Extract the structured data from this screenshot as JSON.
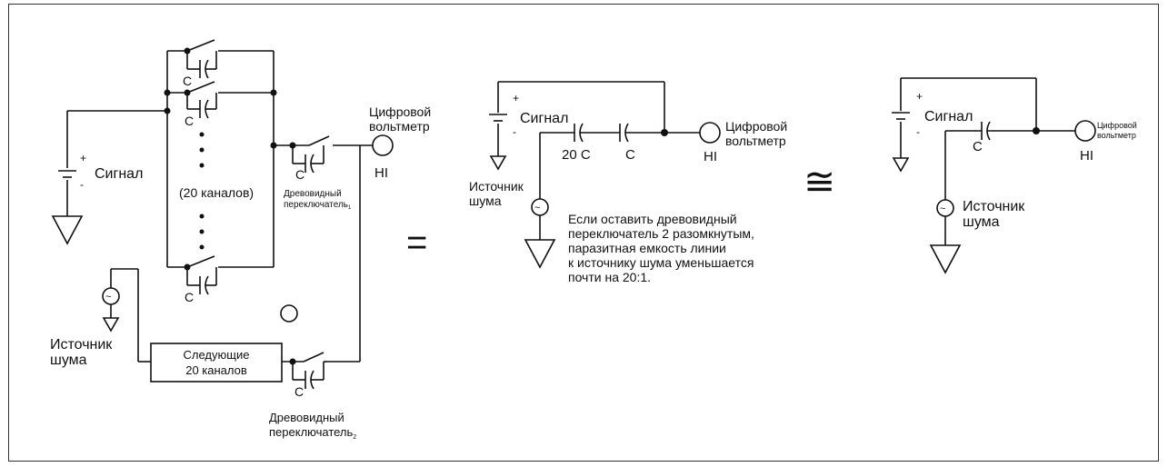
{
  "left": {
    "signal": "Сигнал",
    "plus": "+",
    "minus": "-",
    "cap": "C",
    "channels": "(20 каналов)",
    "dvm": [
      "Цифровой",
      "вольтметр"
    ],
    "hi": "HI",
    "tree_switch_1": [
      "Древовидный",
      "переключатель"
    ],
    "tree_switch_1_sub": "1",
    "noise_source": [
      "Источник",
      "шума"
    ],
    "next_channels": [
      "Следующие",
      "20 каналов"
    ],
    "tree_switch_2": [
      "Древовидный",
      "переключатель"
    ],
    "tree_switch_2_sub": "2"
  },
  "equals": "=",
  "approx": "≅",
  "middle": {
    "plus": "+",
    "minus": "-",
    "signal": "Сигнал",
    "cap_20c": "20 C",
    "cap_c": "C",
    "dvm": [
      "Цифровой",
      "вольтметр"
    ],
    "hi": "HI",
    "noise_source": [
      "Источник",
      "шума"
    ],
    "note": [
      "Если оставить древовидный",
      "переключатель 2 разомкнутым,",
      "паразитная емкость линии",
      "к источнику шума уменьшается",
      "почти на 20:1."
    ]
  },
  "right": {
    "plus": "+",
    "minus": "-",
    "signal": "Сигнал",
    "cap_c": "C",
    "dvm": [
      "Цифровой",
      "вольтметр"
    ],
    "hi": "HI",
    "noise_source": [
      "Источник",
      "шума"
    ]
  }
}
